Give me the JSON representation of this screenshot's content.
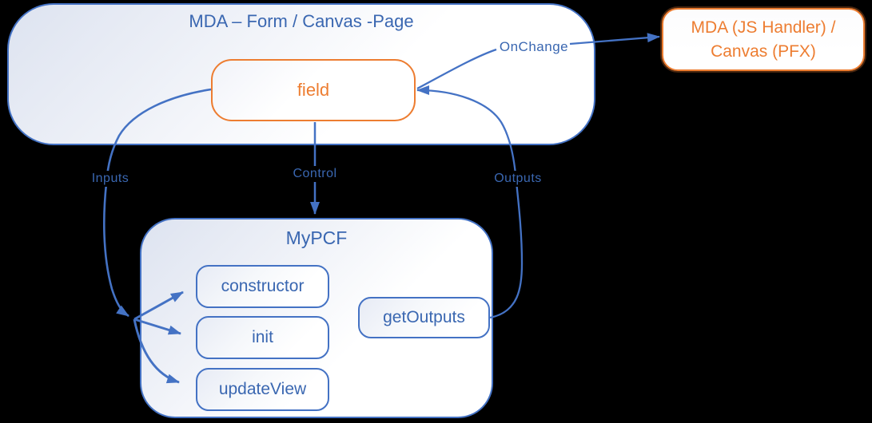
{
  "colors": {
    "blue": "#4472C4",
    "blue_text": "#3A67B1",
    "orange": "#ED7D31",
    "background": "#000000"
  },
  "diagram": {
    "page_container": {
      "title": "MDA – Form / Canvas -Page"
    },
    "field_node": {
      "label": "field"
    },
    "handler_node": {
      "label_line1": "MDA (JS Handler) /",
      "label_line2": "Canvas (PFX)"
    },
    "pcf_container": {
      "title": "MyPCF"
    },
    "pcf_methods": [
      {
        "label": "constructor"
      },
      {
        "label": "init"
      },
      {
        "label": "updateView"
      }
    ],
    "get_outputs_node": {
      "label": "getOutputs"
    },
    "edges": {
      "onchange": "OnChange",
      "control": "Control",
      "inputs": "Inputs",
      "outputs": "Outputs"
    }
  }
}
